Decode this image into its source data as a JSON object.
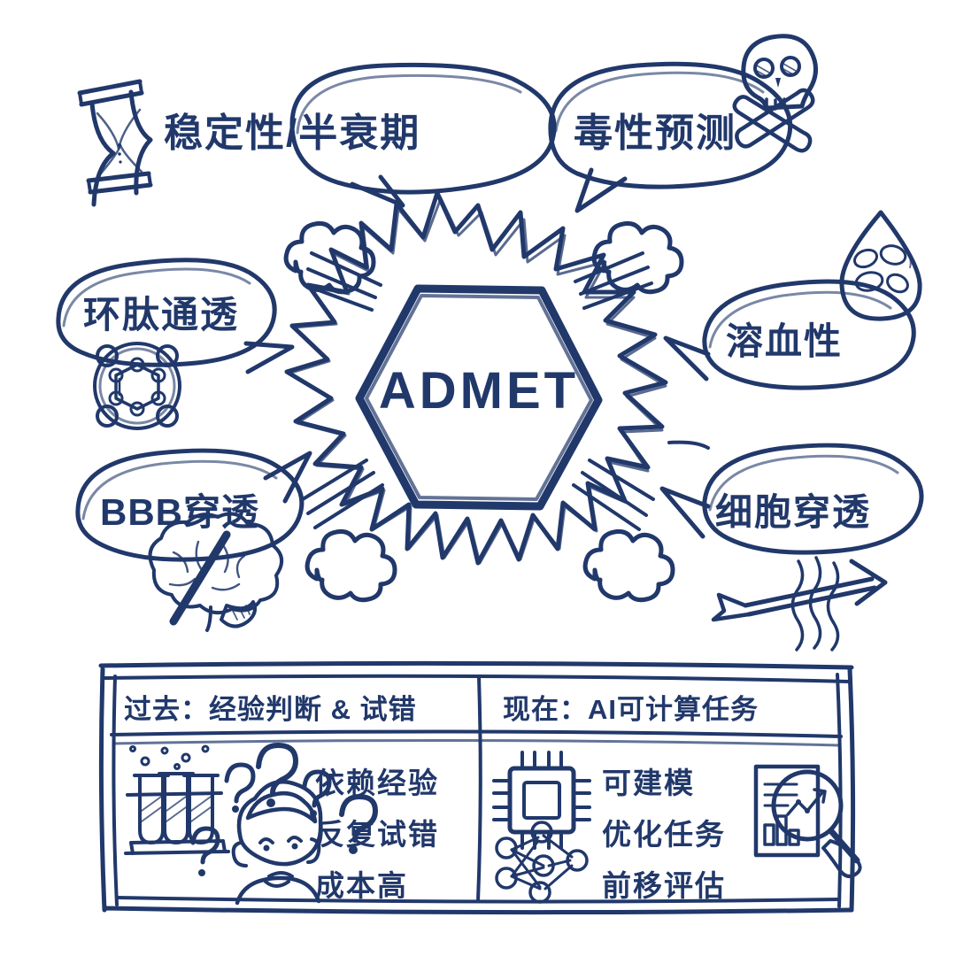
{
  "meta": {
    "ink_color": "#21386b",
    "background_color": "#ffffff"
  },
  "center": {
    "label": "ADMET",
    "shape": "hexagon",
    "burst": "explosion-starburst-with-cloud-puffs"
  },
  "bubbles": [
    {
      "id": "stability",
      "label": "稳定性/半衰期",
      "icon": "hourglass-icon",
      "position": "top-left"
    },
    {
      "id": "toxicity",
      "label": "毒性预测",
      "icon": "skull-crossbones-icon",
      "position": "top-right"
    },
    {
      "id": "cyclic-peptide",
      "label": "环肽通透",
      "icon": "cyclic-peptide-icon",
      "position": "middle-left"
    },
    {
      "id": "hemolysis",
      "label": "溶血性",
      "icon": "blood-drop-icon",
      "position": "middle-right"
    },
    {
      "id": "bbb",
      "label": "BBB穿透",
      "icon": "brain-blocked-icon",
      "position": "bottom-left"
    },
    {
      "id": "cell-perm",
      "label": "细胞穿透",
      "icon": "arrow-membrane-icon",
      "position": "bottom-right"
    }
  ],
  "table": {
    "columns": [
      {
        "id": "past",
        "header": "过去：经验判断 & 试错",
        "icons": [
          "test-tubes-icon",
          "confused-person-icon",
          "question-marks-icon"
        ],
        "lines": [
          "依赖经验",
          "反复试错",
          "成本高"
        ]
      },
      {
        "id": "present",
        "header": "现在：AI可计算任务",
        "icons": [
          "cpu-chip-icon",
          "neural-network-icon",
          "document-magnifier-icon"
        ],
        "lines": [
          "可建模",
          "优化任务",
          "前移评估"
        ]
      }
    ]
  }
}
